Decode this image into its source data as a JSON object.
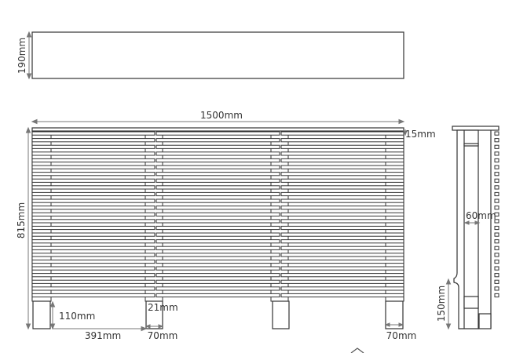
{
  "dimensions": {
    "depth_top": "190mm",
    "overall_width": "1500mm",
    "top_thickness": "15mm",
    "overall_height": "815mm",
    "leg_to_first_slat": "110mm",
    "leg_gap": "391mm",
    "slat_gap": "21mm",
    "leg_width_left": "70mm",
    "leg_width_right": "70mm",
    "side_depth": "60mm",
    "foot_height": "150mm"
  },
  "colors": {
    "line": "#333333",
    "dimension": "#777777",
    "background": "#ffffff"
  },
  "icons": {
    "bottom_caret": "caret-up-icon"
  }
}
